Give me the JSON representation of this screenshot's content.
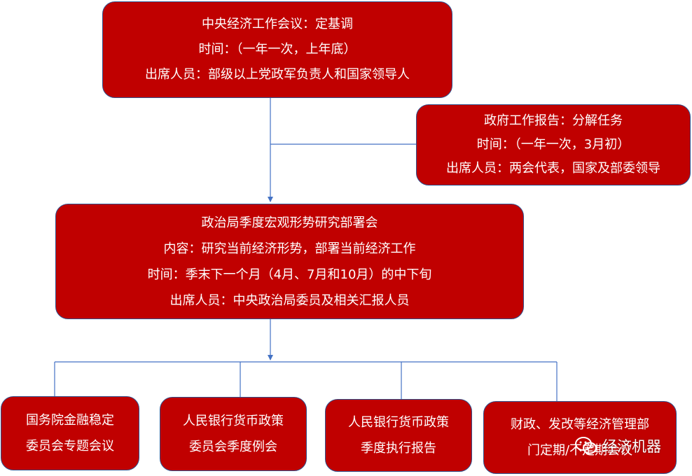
{
  "nodes": {
    "central_conference": {
      "lines": [
        "中央经济工作会议：定基调",
        "时间：（一年一次，上年底）",
        "出席人员：部级以上党政军负责人和国家领导人"
      ]
    },
    "government_report": {
      "lines": [
        "政府工作报告：分解任务",
        "时间：（一年一次，3月初）",
        "出席人员：两会代表，国家及部委领导"
      ]
    },
    "politburo_meeting": {
      "lines": [
        "政治局季度宏观形势研究部署会",
        "内容：研究当前经济形势，部署当前经济工作",
        "时间：季末下一个月（4月、7月和10月）的中下旬",
        "出席人员：中央政治局委员及相关汇报人员"
      ]
    },
    "state_council_committee": {
      "lines": [
        "国务院金融稳定",
        "委员会专题会议"
      ]
    },
    "pboc_quarterly_meeting": {
      "lines": [
        "人民银行货币政策",
        "委员会季度例会"
      ]
    },
    "pboc_execution_report": {
      "lines": [
        "人民银行货币政策",
        "季度执行报告"
      ]
    },
    "ministries_meeting": {
      "lines": [
        "财政、发改等经济管理部",
        "门定期/不定期会议"
      ]
    }
  },
  "watermark": {
    "text": "经济机器",
    "icon": "wechat-icon"
  },
  "colors": {
    "box_fill": "#c00000",
    "box_border": "#2f528f",
    "connector": "#4472c4",
    "text": "#ffffff"
  }
}
